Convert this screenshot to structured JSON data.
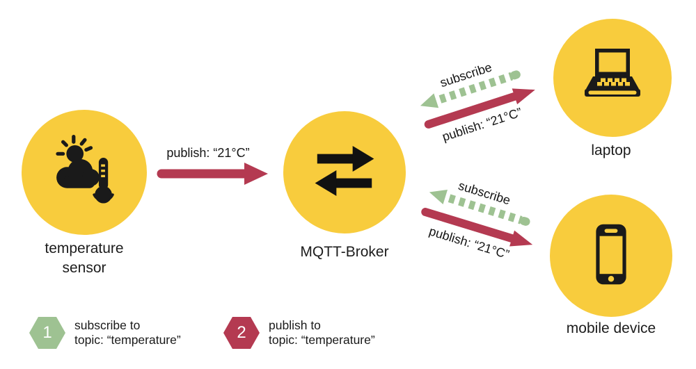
{
  "colors": {
    "node_yellow": "#F8CC3D",
    "publish_red": "#B43A51",
    "subscribe_green": "#9EC292",
    "icon_black": "#1A1A1A"
  },
  "nodes": {
    "sensor": {
      "label_line1": "temperature",
      "label_line2": "sensor",
      "icon": "sun-cloud-thermometer-icon"
    },
    "broker": {
      "label": "MQTT-Broker",
      "icon": "bidirectional-arrows-icon"
    },
    "laptop": {
      "label": "laptop",
      "icon": "laptop-icon"
    },
    "mobile": {
      "label": "mobile device",
      "icon": "smartphone-icon"
    }
  },
  "connections": {
    "sensor_to_broker": {
      "publish": "publish: “21°C”"
    },
    "broker_to_laptop": {
      "subscribe": "subscribe",
      "publish": "publish: “21°C”"
    },
    "broker_to_mobile": {
      "subscribe": "subscribe",
      "publish": "publish: “21°C”"
    }
  },
  "legend": {
    "subscribe": {
      "number": "1",
      "line1": "subscribe to",
      "line2": "topic: “temperature”"
    },
    "publish": {
      "number": "2",
      "line1": "publish to",
      "line2": "topic: “temperature”"
    }
  }
}
